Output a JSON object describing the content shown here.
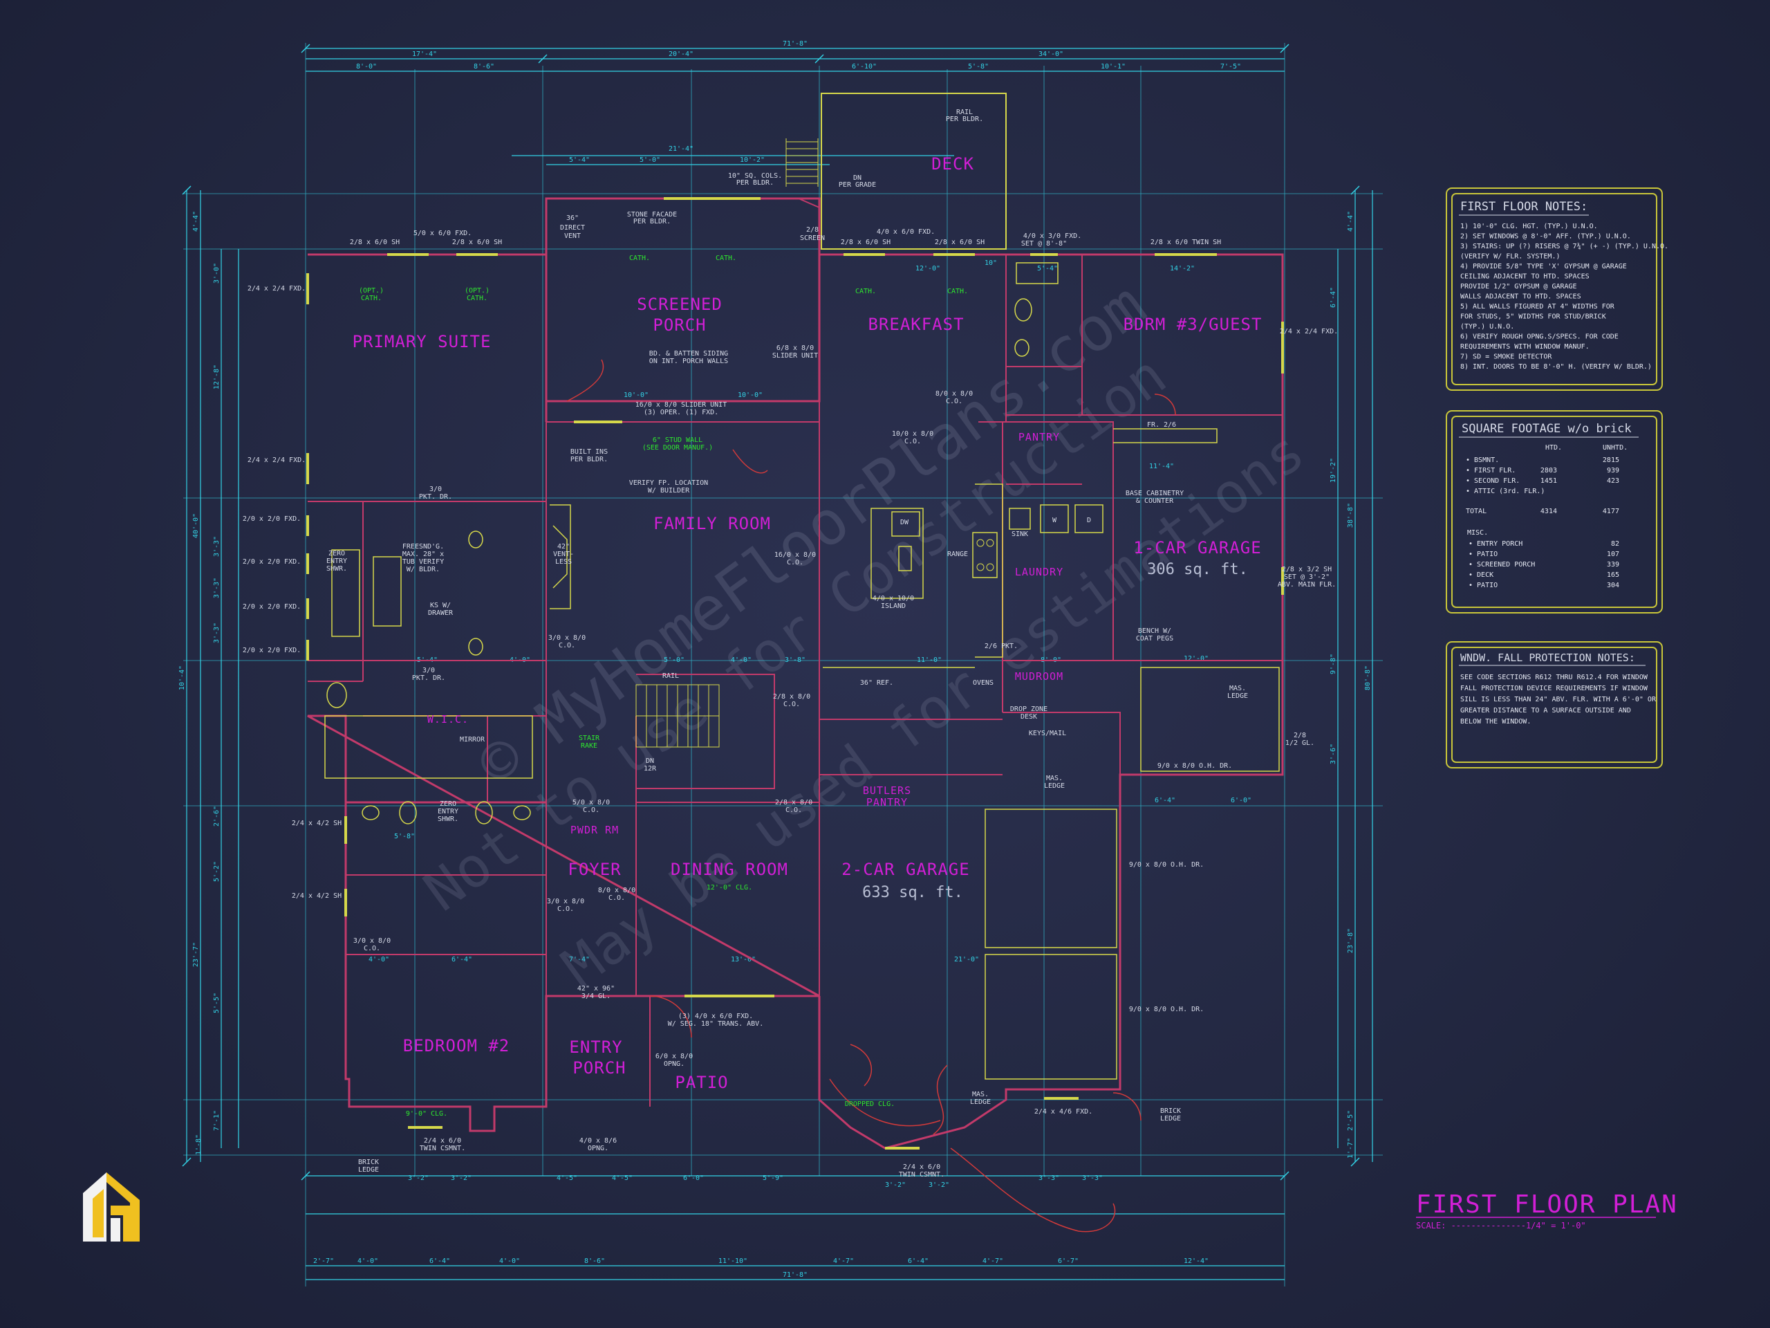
{
  "plan": {
    "title": "FIRST FLOOR PLAN",
    "scale_label": "SCALE: ---------------1/4\" = 1'-0\""
  },
  "watermark": {
    "line1": "© MyHomeFloorPlans.com",
    "line2": "Not to use for Construction",
    "line3": "May be used for estimations"
  },
  "rooms": {
    "primary_suite": "PRIMARY SUITE",
    "screened_porch": "SCREENED",
    "screened_porch_2": "PORCH",
    "breakfast": "BREAKFAST",
    "bdrm_guest": "BDRM #3/GUEST",
    "deck": "DECK",
    "family_room": "FAMILY ROOM",
    "one_car_garage": "1-CAR GARAGE",
    "one_car_sqft": "306 sq. ft.",
    "two_car_garage": "2-CAR GARAGE",
    "two_car_sqft": "633 sq. ft.",
    "pantry": "PANTRY",
    "laundry": "LAUNDRY",
    "mudroom": "MUDROOM",
    "butlers_pantry": "BUTLERS",
    "butlers_pantry_2": "PANTRY",
    "wic": "W.I.C.",
    "pwdr_rm": "PWDR RM",
    "foyer": "FOYER",
    "dining_room": "DINING ROOM",
    "bedroom2": "BEDROOM #2",
    "entry_porch": "ENTRY",
    "entry_porch_2": "PORCH",
    "patio": "PATIO"
  },
  "labels": {
    "rail_per_bldr": "RAIL",
    "rail_per_bldr_2": "PER BLDR.",
    "dn_per_grade": "DN",
    "dn_per_grade_2": "PER GRADE",
    "sq_cols": "10\" SQ. COLS.",
    "sq_cols_2": "PER BLDR.",
    "stone_facade": "STONE FACADE",
    "stone_facade_2": "PER BLDR.",
    "direct_vent": "36\"",
    "direct_vent_2": "DIRECT",
    "direct_vent_3": "VENT",
    "screen": "2/8",
    "screen_2": "SCREEN",
    "win_510_fxd": "5/0 x 6/0 FXD.",
    "win_28_sh_a": "2/8 x 6/0 SH",
    "win_28_sh_b": "2/8 x 6/0 SH",
    "win_28_sh_c": "2/8 x 6/0 SH",
    "win_28_sh_d": "2/8 x 6/0 SH",
    "win_40_fxd": "4/0 x 6/0 FXD.",
    "win_40_310": "4/0 x 3/0 FXD.",
    "win_40_310_2": "SET @ 8'-8\"",
    "win_twin_sh": "2/8 x 6/0 TWIN SH",
    "win_24_24_a": "2/4 x 2/4 FXD.",
    "win_24_24_b": "2/4 x 2/4 FXD.",
    "win_24_fxd_side": "2/4 x 2/4 FXD.",
    "win_20_a": "2/0 x 2/0 FXD.",
    "win_20_b": "2/0 x 2/0 FXD.",
    "win_20_c": "2/0 x 2/0 FXD.",
    "win_20_d": "2/0 x 2/0 FXD.",
    "win_24_42_a": "2/4 x 4/2 SH",
    "win_24_42_b": "2/4 x 4/2 SH",
    "opt_cath_a": "(OPT.)",
    "opt_cath_a2": "CATH.",
    "opt_cath_b": "(OPT.)",
    "opt_cath_b2": "CATH.",
    "cath_1": "CATH.",
    "cath_2": "CATH.",
    "cath_3": "CATH.",
    "cath_4": "CATH.",
    "batten": "BD. & BATTEN SIDING",
    "batten_2": "ON INT. PORCH WALLS",
    "slider_unit": "16/0 x 8/0 SLIDER UNIT",
    "slider_unit_2": "(3) OPER. (1) FXD.",
    "slider_68": "6/8 x 8/0",
    "slider_68_2": "SLIDER UNIT",
    "stud_wall": "6\" STUD WALL",
    "stud_wall_2": "(SEE DOOR MANUF.)",
    "co_100_80": "10/0 x 8/0",
    "co_100_80_2": "C.O.",
    "co_80_80": "8/0 x 8/0",
    "co_80_80_2": "C.O.",
    "built_ins": "BUILT INS",
    "built_ins_2": "PER BLDR.",
    "verify_fp": "VERIFY FP. LOCATION",
    "verify_fp_2": "W/ BUILDER",
    "vent_less": "42\"",
    "vent_less_2": "VENT-",
    "vent_less_3": "LESS",
    "co_160_80": "16/0 x 8/0",
    "co_160_80_2": "C.O.",
    "co_30_80_a": "3/0 x 8/0",
    "co_30_80_a2": "C.O.",
    "pkt_dr_a": "3/0",
    "pkt_dr_a2": "PKT. DR.",
    "pkt_dr_b": "3/0",
    "pkt_dr_b2": "PKT. DR.",
    "freestanding_tub": "FREESND'G.",
    "freestanding_tub_2": "MAX. 28\" x",
    "freestanding_tub_3": "TUB VERIFY",
    "freestanding_tub_4": "W/ BLDR.",
    "ks_drawer": "KS W/",
    "ks_drawer_2": "DRAWER",
    "zero_entry_a": "ZERO",
    "zero_entry_a2": "ENTRY",
    "zero_entry_a3": "SHWR.",
    "zero_entry_b": "ZERO",
    "zero_entry_b2": "ENTRY",
    "zero_entry_b3": "SHWR.",
    "mirror": "MIRROR",
    "rail": "RAIL",
    "stair_rake": "STAIR",
    "stair_rake_2": "RAKE",
    "dn_12r": "DN",
    "dn_12r_2": "12R",
    "co_28_80_a": "2/8 x 8/0",
    "co_28_80_a2": "C.O.",
    "co_28_80_b": "2/8 x 8/0",
    "co_28_80_b2": "C.O.",
    "co_50_80": "5/0 x 8/0",
    "co_50_80_2": "C.O.",
    "co_80_80b": "8/0 x 8/0",
    "co_80_80b2": "C.O.",
    "co_30_80_b": "3/0 x 8/0",
    "co_30_80_b2": "C.O.",
    "co_30_80_c": "3/0 x 8/0",
    "co_30_80_c2": "C.O.",
    "dining_clg": "12'-0\" CLG.",
    "ref_36": "36\" REF.",
    "ovens": "OVENS",
    "island": "4/0 x 10/0",
    "island_2": "ISLAND",
    "dw": "DW",
    "range": "RANGE",
    "sink": "SINK",
    "w": "W",
    "d": "D",
    "base_cab": "BASE CABINETRY",
    "base_cab_2": "& COUNTER",
    "fr_26": "FR. 2/6",
    "pkt_26": "2/6 PKT.",
    "bench": "BENCH W/",
    "bench_2": "COAT PEGS",
    "drop_zone": "DROP ZONE",
    "drop_zone_2": "DESK",
    "keys_mail": "KEYS/MAIL",
    "mas_ledge_a": "MAS.",
    "mas_ledge_a2": "LEDGE",
    "mas_ledge_b": "MAS.",
    "mas_ledge_b2": "LEDGE",
    "mas_ledge_c": "MAS.",
    "mas_ledge_c2": "LEDGE",
    "ohdr_90": "9/0 x 8/0 O.H. DR.",
    "ohdr_90b": "9/0 x 8/0 O.H. DR.",
    "ohdr_90c": "9/0 x 8/0 O.H. DR.",
    "sh_28_32": "2/8 x 3/2 SH",
    "sh_28_32_2": "SET @ 3'-2\"",
    "sh_28_32_3": "ABV. MAIN FLR.",
    "gl_28": "2/8",
    "gl_28_2": "1/2 GL.",
    "win_42_96": "42\" x 96\"",
    "win_42_96_2": "3/4 GL.",
    "patio_fxd": "(3) 4/0 x 6/0 FXD.",
    "patio_fxd_2": "W/ SEG. 18\" TRANS. ABV.",
    "opng_60_80": "6/0 x 8/0",
    "opng_60_80_2": "OPNG.",
    "opng_40_86": "4/0 x 8/6",
    "opng_40_86_2": "OPNG.",
    "clg_90": "9'-0\" CLG.",
    "twin_csmnt_a": "2/4 x 6/0",
    "twin_csmnt_a2": "TWIN CSMNT.",
    "twin_csmnt_b": "2/4 x 6/0",
    "twin_csmnt_b2": "TWIN CSMNT.",
    "brick_ledge_a": "BRICK",
    "brick_ledge_a2": "LEDGE",
    "brick_ledge_b": "BRICK",
    "brick_ledge_b2": "LEDGE",
    "dropped_clg": "DROPPED CLG.",
    "win_24_46": "2/4 x 4/6 FXD."
  },
  "dims_top": [
    "71'-8\"",
    "17'-4\"",
    "20'-4\"",
    "34'-0\"",
    "8'-0\"",
    "8'-6\"",
    "6'-10\"",
    "5'-8\"",
    "10'-1\"",
    "7'-5\"",
    "5'-4\"",
    "5'-0\"",
    "10'-2\"",
    "21'-4\""
  ],
  "dims_bottom": [
    "3'-2\"",
    "3'-2\"",
    "4'-5\"",
    "4'-5\"",
    "6'-0\"",
    "5'-9\"",
    "3'-2\"",
    "3'-2\"",
    "3'-3\"",
    "3'-3\"",
    "2'-7\"",
    "4'-0\"",
    "6'-4\"",
    "4'-0\"",
    "8'-6\"",
    "11'-10\"",
    "4'-7\"",
    "6'-4\"",
    "4'-7\"",
    "6'-7\"",
    "12'-4\"",
    "71'-8\""
  ],
  "dims_left": [
    "4'-4\"",
    "3'-0\"",
    "12'-8\"",
    "40'-0\"",
    "3'-3\"",
    "3'-3\"",
    "3'-3\"",
    "10'-4\"",
    "2'-6\"",
    "5'-2\"",
    "23'-7\"",
    "5'-5\"",
    "7'-1\"",
    "1'-8\""
  ],
  "dims_right": [
    "4'-4\"",
    "6'-4\"",
    "19'-2\"",
    "38'-8\"",
    "9'-8\"",
    "80'-8\"",
    "3'-6\"",
    "23'-8\"",
    "2'-5\"",
    "1'-7\""
  ],
  "dims_interior": [
    "12'-0\"",
    "14'-2\"",
    "10\"",
    "5'-4\"",
    "10'-0\"",
    "10'-0\"",
    "11'-4\"",
    "5'-4\"",
    "4'-0\"",
    "5'-0\"",
    "4'-0\"",
    "3'-8\"",
    "11'-0\"",
    "8'-0\"",
    "12'-0\"",
    "6'-4\"",
    "6'-0\"",
    "21'-0\"",
    "13'-0\"",
    "7'-4\"",
    "4'-0\"",
    "6'-4\"",
    "5'-8\""
  ],
  "notes": {
    "first_floor": {
      "title": "FIRST FLOOR NOTES:",
      "lines": [
        "1) 10'-0\" CLG. HGT. (TYP.) U.N.O.",
        "2) SET WINDOWS @ 8'-0\" AFF. (TYP.) U.N.O.",
        "3) STAIRS: UP (?) RISERS @ 7¾\" (+ -) (TYP.) U.N.O.",
        "    (VERIFY W/ FLR. SYSTEM.)",
        "4) PROVIDE 5/8\" TYPE 'X' GYPSUM @ GARAGE",
        "    CEILING ADJACENT TO HTD. SPACES",
        "    PROVIDE 1/2\" GYPSUM @ GARAGE",
        "    WALLS ADJACENT TO HTD. SPACES",
        "5) ALL WALLS FIGURED AT 4\" WIDTHS FOR",
        "    FOR STUDS, 5\" WIDTHS FOR STUD/BRICK",
        "    (TYP.) U.N.O.",
        "6) VERIFY ROUGH OPNG.S/SPECS. FOR CODE",
        "    REQUIREMENTS WITH WINDOW MANUF.",
        "7) SD = SMOKE DETECTOR",
        "8) INT. DOORS TO BE 8'-0\" H. (VERIFY W/ BLDR.)"
      ]
    },
    "square_footage": {
      "title": "SQUARE FOOTAGE w/o brick",
      "col_htd": "HTD.",
      "col_unhtd": "UNHTD.",
      "rows": [
        {
          "name": "• BSMNT.",
          "htd": "",
          "unhtd": "2815"
        },
        {
          "name": "• FIRST FLR.",
          "htd": "2803",
          "unhtd": "939"
        },
        {
          "name": "• SECOND FLR.",
          "htd": "1451",
          "unhtd": "423"
        },
        {
          "name": "• ATTIC (3rd. FLR.)",
          "htd": "",
          "unhtd": ""
        },
        {
          "name": "TOTAL",
          "htd": "4314",
          "unhtd": "4177"
        }
      ],
      "misc_title": "MISC.",
      "misc": [
        {
          "name": "• ENTRY PORCH",
          "val": "82"
        },
        {
          "name": "• PATIO",
          "val": "107"
        },
        {
          "name": "• SCREENED PORCH",
          "val": "339"
        },
        {
          "name": "• DECK",
          "val": "165"
        },
        {
          "name": "• PATIO",
          "val": "304"
        }
      ]
    },
    "window_fall": {
      "title": "WNDW. FALL PROTECTION NOTES:",
      "lines": [
        "SEE CODE SECTIONS R612 THRU R612.4 FOR WINDOW",
        "FALL PROTECTION DEVICE REQUIREMENTS IF WINDOW",
        "SILL IS LESS THAN 24\" ABV. FLR. WITH A 6'-0\" OR",
        "GREATER DISTANCE TO A SURFACE OUTSIDE AND",
        "BELOW THE WINDOW."
      ]
    }
  },
  "colors": {
    "background": "#232842",
    "walls": "#c23a6a",
    "dimensions": "#33d3e6",
    "room_labels": "#d21fd6",
    "fixtures": "#d6d84a",
    "green_notes": "#2ee82e",
    "logo": "#f0c020"
  },
  "icons": [
    "logo-icon"
  ]
}
